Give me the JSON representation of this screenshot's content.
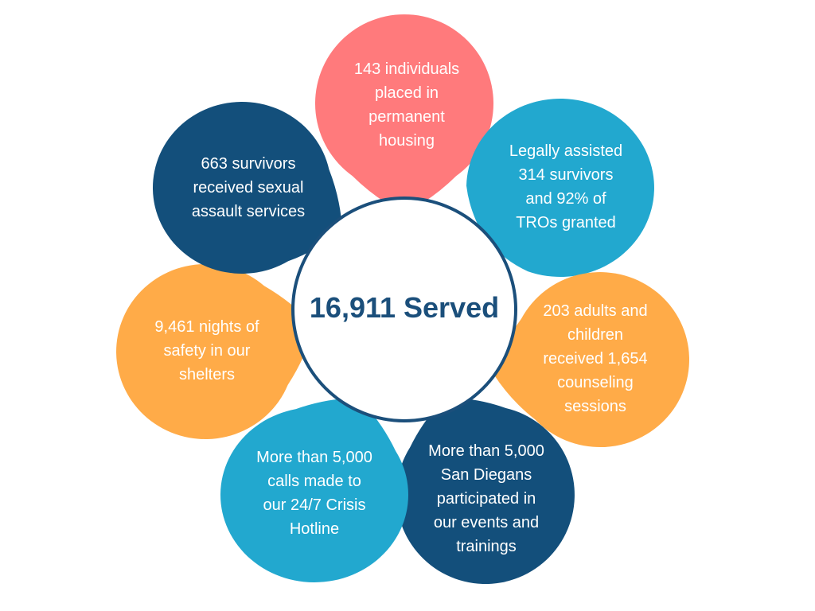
{
  "center": {
    "title": "16,911 Served",
    "text_color": "#1B4F7B",
    "ring_color": "#1B4F7B",
    "fill_color": "#FFFFFF"
  },
  "petals": [
    {
      "id": "housing",
      "lines": [
        "143 individuals",
        "placed in",
        "permanent",
        "housing"
      ],
      "color": "#FF7A7C"
    },
    {
      "id": "legal",
      "lines": [
        "Legally assisted",
        "314 survivors",
        "and 92% of",
        "TROs granted"
      ],
      "color": "#22A8CF"
    },
    {
      "id": "counseling",
      "lines": [
        "203 adults and",
        "children",
        "received 1,654",
        "counseling",
        "sessions"
      ],
      "color": "#FFAB48"
    },
    {
      "id": "events",
      "lines": [
        "More than 5,000",
        "San Diegans",
        "participated in",
        "our events and",
        "trainings"
      ],
      "color": "#134F7B"
    },
    {
      "id": "hotline",
      "lines": [
        "More than 5,000",
        "calls made to",
        "our 24/7 Crisis",
        "Hotline"
      ],
      "color": "#22A8CF"
    },
    {
      "id": "shelter",
      "lines": [
        "9,461 nights of",
        "safety in our",
        "shelters"
      ],
      "color": "#FFAB48"
    },
    {
      "id": "sexual-assault",
      "lines": [
        "663 survivors",
        "received sexual",
        "assault services"
      ],
      "color": "#134F7B"
    }
  ]
}
